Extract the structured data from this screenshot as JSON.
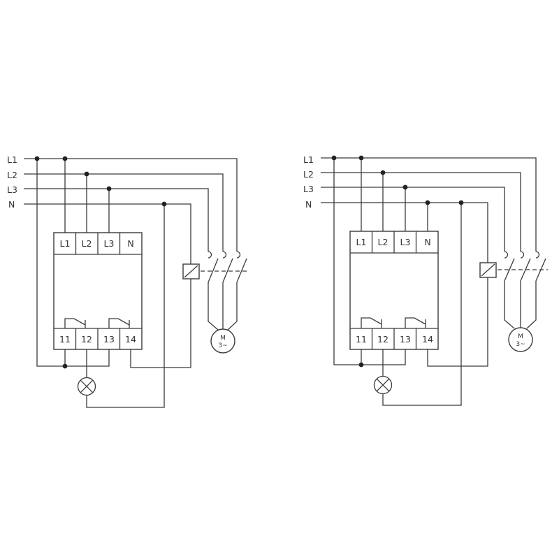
{
  "diagrams": [
    {
      "variant": "left",
      "lines": [
        "L1",
        "L2",
        "L3",
        "N"
      ],
      "top_terminals": [
        "L1",
        "L2",
        "L3",
        "N"
      ],
      "bottom_terminals": [
        "11",
        "12",
        "13",
        "14"
      ],
      "motor": {
        "label": "M",
        "sub": "3~"
      }
    },
    {
      "variant": "right",
      "lines": [
        "L1",
        "L2",
        "L3",
        "N"
      ],
      "top_terminals": [
        "L1",
        "L2",
        "L3",
        "N"
      ],
      "bottom_terminals": [
        "11",
        "12",
        "13",
        "14"
      ],
      "motor": {
        "label": "M",
        "sub": "3~"
      }
    }
  ]
}
